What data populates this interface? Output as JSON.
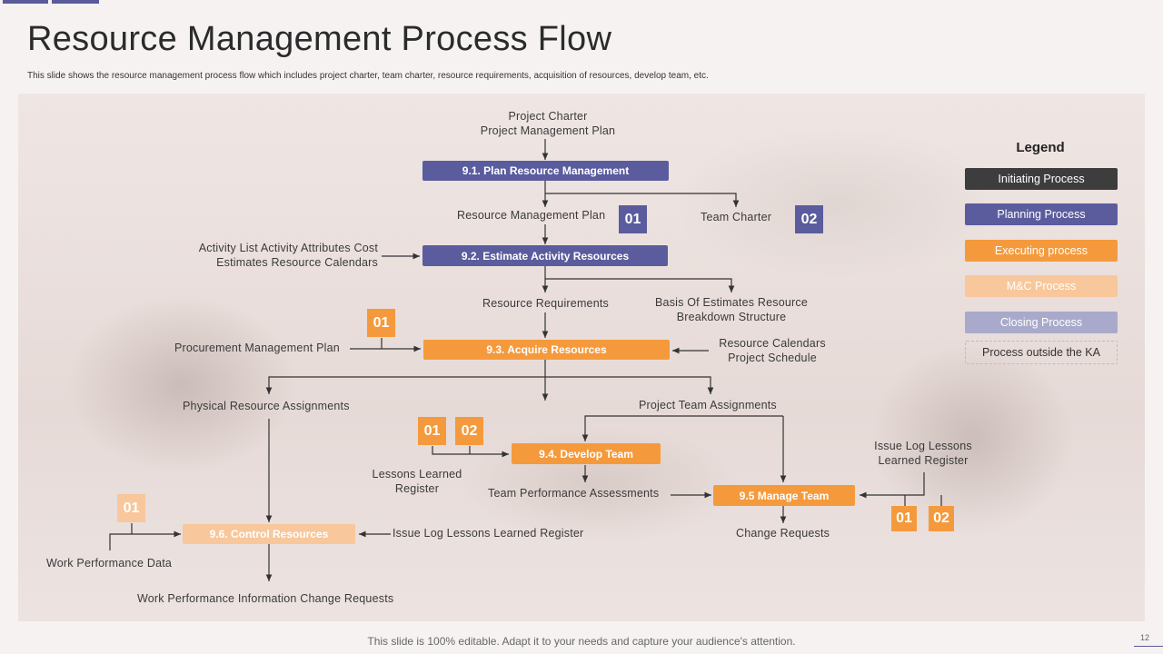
{
  "title": "Resource Management Process Flow",
  "subtitle": "This slide shows the resource management process flow which includes project charter, team charter, resource requirements, acquisition of resources, develop team, etc.",
  "processes": {
    "plan": "9.1. Plan Resource Management",
    "estimate": "9.2. Estimate Activity Resources",
    "acquire": "9.3. Acquire Resources",
    "develop": "9.4. Develop Team",
    "manage": "9.5 Manage Team",
    "control": "9.6. Control Resources"
  },
  "labels": {
    "project_charter": "Project Charter",
    "project_mgmt_plan": "Project Management Plan",
    "resource_mgmt_plan": "Resource Management Plan",
    "team_charter": "Team Charter",
    "activity_list_1": "Activity List Activity Attributes Cost",
    "activity_list_2": "Estimates Resource Calendars",
    "resource_requirements": "Resource Requirements",
    "basis_estimates_1": "Basis Of Estimates Resource",
    "basis_estimates_2": "Breakdown Structure",
    "procurement_plan": "Procurement Management Plan",
    "resource_calendars_1": "Resource Calendars",
    "resource_calendars_2": "Project Schedule",
    "physical_assignments": "Physical Resource Assignments",
    "team_assignments": "Project Team Assignments",
    "lessons_learned_1": "Lessons Learned",
    "lessons_learned_2": "Register",
    "team_performance": "Team Performance Assessments",
    "issue_log_top_1": "Issue Log Lessons",
    "issue_log_top_2": "Learned Register",
    "issue_log_mid": "Issue Log Lessons Learned Register",
    "change_requests": "Change Requests",
    "work_performance_data": "Work Performance Data",
    "work_performance_info": "Work Performance Information Change Requests"
  },
  "badges": {
    "rmp": "01",
    "tc": "02",
    "proc": "01",
    "dev_a": "01",
    "dev_b": "02",
    "ctrl": "01",
    "mgr_a": "01",
    "mgr_b": "02"
  },
  "legend": {
    "title": "Legend",
    "initiating": "Initiating Process",
    "planning": "Planning Process",
    "executing": "Executing process",
    "mc": "M&C Process",
    "closing": "Closing Process",
    "outside": "Process outside the KA"
  },
  "footer": "This slide is 100% editable. Adapt it to your needs and capture your audience's attention.",
  "page_number": "12",
  "colors": {
    "planning": "#5b5c9e",
    "executing": "#f59a3c",
    "mc": "#f8c79b",
    "initiating": "#3d3d3d",
    "closing": "#a9aacb"
  }
}
